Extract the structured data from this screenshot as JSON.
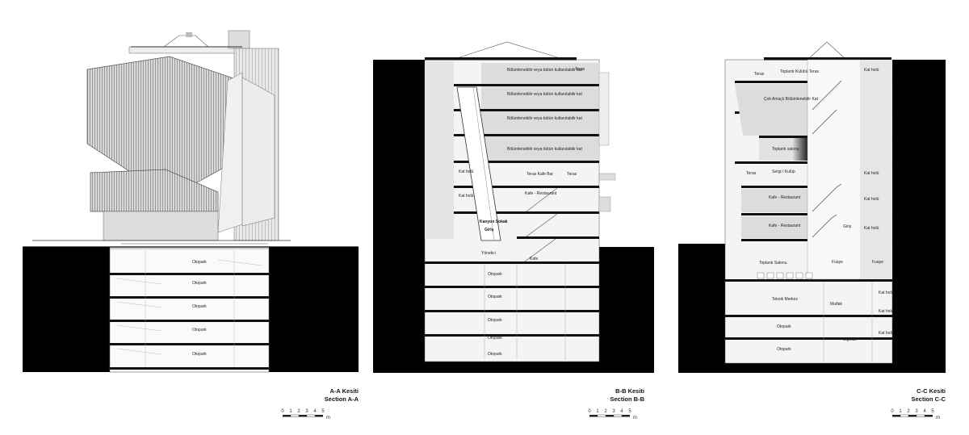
{
  "sections": [
    {
      "id": "A-A",
      "title_tr": "A-A Kesiti",
      "title_en": "Section A-A",
      "room_labels": [
        "Otopark",
        "Otopark",
        "Otopark",
        "Otopark",
        "Otopark"
      ]
    },
    {
      "id": "B-B",
      "title_tr": "B-B Kesiti",
      "title_en": "Section B-B",
      "room_labels": [
        "Bölümlenebilir veya bütün kullanılabilir kat",
        "Bölümlenebilir veya bütün kullanılabilir kat",
        "Bölümlenebilir veya bütün kullanılabilir kat",
        "Bölümlenebilir veya bütün kullanılabilir kat",
        "Teras",
        "Kat holü",
        "Kat holü",
        "Teras Kafe Bar",
        "Teras",
        "Kafe - Restaurant",
        "Kanyon Sokak",
        "Giriş",
        "Yönetici",
        "Kafe",
        "Otopark",
        "Otopark",
        "Otopark",
        "Otopark",
        "Otopark"
      ]
    },
    {
      "id": "C-C",
      "title_tr": "C-C Kesiti",
      "title_en": "Section C-C",
      "room_labels": [
        "Teras",
        "Toplantı Kulübü Teras",
        "Çok Amaçlı Bölümlenebilir Kat",
        "Toplantı salonu",
        "Teras",
        "Sergi / Kulüp",
        "Kafe - Restaurant",
        "Kafe - Restaurant",
        "Giriş",
        "Kat holü",
        "Kat holü",
        "Kat holü",
        "Kat holü",
        "Toplantı Salonu",
        "Fuaye",
        "Fuaye",
        "Teknik Merkez",
        "Mutfak",
        "Otopark",
        "Otopark",
        "Sığınak",
        "Kat holü",
        "Kat holü",
        "Kat holü"
      ]
    }
  ],
  "scale_bar": {
    "ticks": [
      "0",
      "1",
      "2",
      "3",
      "4",
      "5"
    ],
    "unit": "m"
  },
  "colors": {
    "ground": "#000000",
    "glass": "#c9c9c9",
    "slab": "#1a1a1a",
    "floor_fill": "#f2f2f2",
    "line": "#6a6a6a"
  }
}
